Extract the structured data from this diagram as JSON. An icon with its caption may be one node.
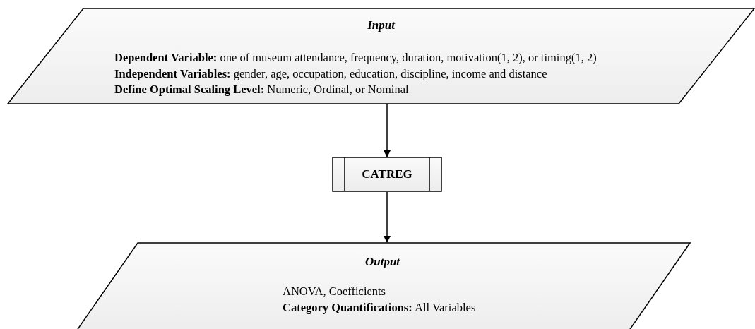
{
  "diagram": {
    "nodes": [
      {
        "text": [
          "Input",
          "**Dependent Variable:** one of museum attendance, frequency, duration, motivation(1, 2), or timing(1, 2)",
          "**Independent Variables:** gender, age, occupation, education, discipline, income and distance",
          "**Define Optimal Scaling Level:** Numeric, Ordinal, or Nominal"
        ]
      },
      {
        "text": [
          "CATREG"
        ]
      },
      {
        "text": [
          "Output",
          "ANOVA, Coefficients",
          "**Category Quantifications:** All Variables"
        ]
      }
    ],
    "edges": [
      {
        "from": 0,
        "to": 1,
        "arrow": "to"
      },
      {
        "from": 1,
        "to": 2,
        "arrow": "to"
      }
    ]
  }
}
